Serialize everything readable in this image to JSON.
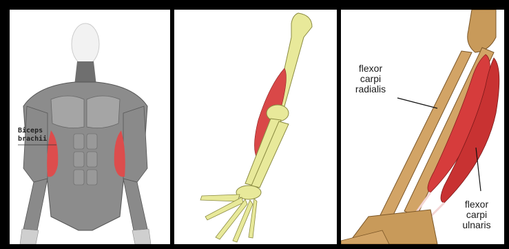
{
  "panels": [
    {
      "id": "torso",
      "labels": [
        {
          "line1": "Biceps",
          "line2": "brachii"
        }
      ]
    },
    {
      "id": "arm-bones",
      "labels": []
    },
    {
      "id": "forearm",
      "labels": [
        {
          "line1": "flexor",
          "line2": "carpi",
          "line3": "radialis"
        },
        {
          "line1": "flexor",
          "line2": "carpi",
          "line3": "ulnaris"
        }
      ]
    }
  ],
  "colors": {
    "border": "#000000",
    "muscle_red": "#e24a4a",
    "muscle_grey": "#9a9a9a",
    "bone_yellow": "#e8e99a",
    "bone_brown": "#c89a5a",
    "background": "#ffffff"
  }
}
